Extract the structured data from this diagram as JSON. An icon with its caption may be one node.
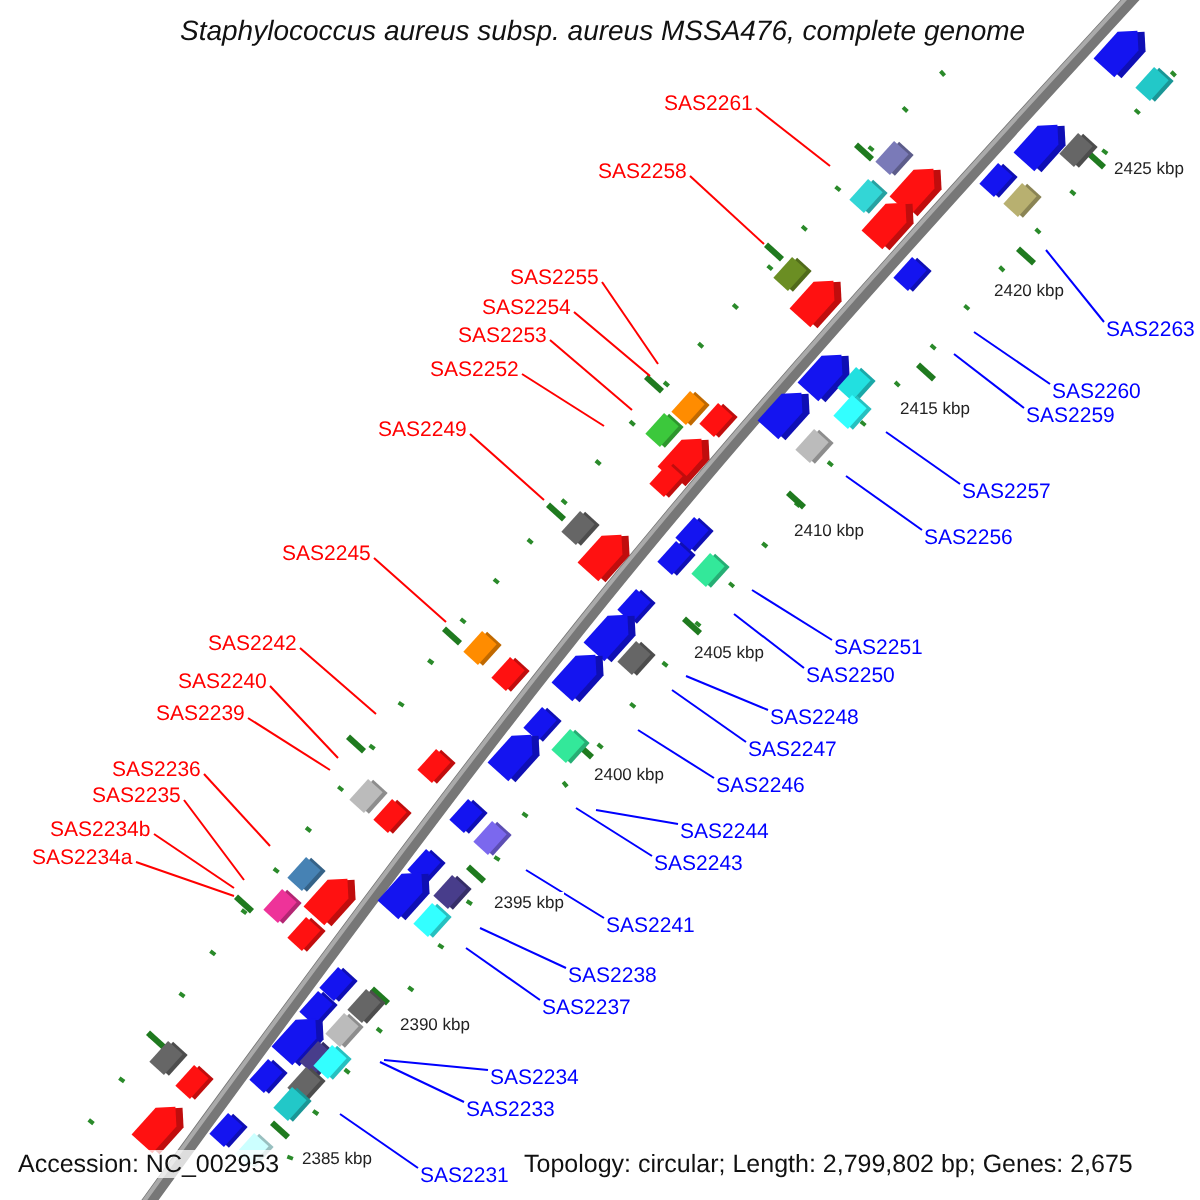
{
  "diagram": {
    "title": "Staphylococcus aureus subsp. aureus MSSA476, complete genome",
    "nodes": [
      {
        "text": [
          "SAS2261"
        ]
      },
      {
        "text": [
          "SAS2258"
        ]
      },
      {
        "text": [
          "SAS2255"
        ]
      },
      {
        "text": [
          "SAS2254"
        ]
      },
      {
        "text": [
          "SAS2263"
        ]
      },
      {
        "text": [
          "SAS2253"
        ]
      },
      {
        "text": [
          "SAS2252"
        ]
      },
      {
        "text": [
          "SAS2260"
        ]
      },
      {
        "text": [
          "SAS2259"
        ]
      },
      {
        "text": [
          "SAS2249"
        ]
      },
      {
        "text": [
          "SAS2257"
        ]
      },
      {
        "text": [
          "SAS2256"
        ]
      },
      {
        "text": [
          "SAS2245"
        ]
      },
      {
        "text": [
          "SAS2242"
        ]
      },
      {
        "text": [
          "SAS2251"
        ]
      },
      {
        "text": [
          "SAS2250"
        ]
      },
      {
        "text": [
          "SAS2240"
        ]
      },
      {
        "text": [
          "SAS2239"
        ]
      },
      {
        "text": [
          "SAS2248"
        ]
      },
      {
        "text": [
          "SAS2247"
        ]
      },
      {
        "text": [
          "SAS2236"
        ]
      },
      {
        "text": [
          "SAS2246"
        ]
      },
      {
        "text": [
          "SAS2235"
        ]
      },
      {
        "text": [
          "SAS2234b"
        ]
      },
      {
        "text": [
          "SAS2244"
        ]
      },
      {
        "text": [
          "SAS2234a"
        ]
      },
      {
        "text": [
          "SAS2243"
        ]
      },
      {
        "text": [
          "SAS2241"
        ]
      },
      {
        "text": [
          "SAS2238"
        ]
      },
      {
        "text": [
          "SAS2237"
        ]
      },
      {
        "text": [
          "SAS2234"
        ]
      },
      {
        "text": [
          "SAS2233"
        ]
      },
      {
        "text": [
          "SAS2231"
        ]
      }
    ],
    "edges": [
      {
        "from": 0,
        "to": null,
        "arrow": "none",
        "color": "#ff0000"
      },
      {
        "from": 1,
        "to": null,
        "arrow": "none",
        "color": "#ff0000"
      },
      {
        "from": 2,
        "to": null,
        "arrow": "none",
        "color": "#ff0000"
      },
      {
        "from": 3,
        "to": null,
        "arrow": "none",
        "color": "#ff0000"
      },
      {
        "from": 4,
        "to": null,
        "arrow": "none"
      },
      {
        "from": 5,
        "to": null,
        "arrow": "none",
        "color": "#ff0000"
      },
      {
        "from": 6,
        "to": null,
        "arrow": "none",
        "color": "#ff0000"
      },
      {
        "from": 7,
        "to": null,
        "arrow": "none"
      },
      {
        "from": 8,
        "to": null,
        "arrow": "none"
      },
      {
        "from": 9,
        "to": null,
        "arrow": "none",
        "color": "#ff0000"
      },
      {
        "from": 10,
        "to": null,
        "arrow": "none"
      },
      {
        "from": 11,
        "to": null,
        "arrow": "none"
      },
      {
        "from": 12,
        "to": null,
        "arrow": "none",
        "color": "#ff0000"
      },
      {
        "from": 13,
        "to": null,
        "arrow": "none",
        "color": "#ff0000"
      },
      {
        "from": 14,
        "to": null,
        "arrow": "none"
      },
      {
        "from": 15,
        "to": null,
        "arrow": "none"
      },
      {
        "from": 16,
        "to": null,
        "arrow": "none",
        "color": "#ff0000"
      },
      {
        "from": 17,
        "to": null,
        "arrow": "none",
        "color": "#ff0000"
      },
      {
        "from": 18,
        "to": null,
        "arrow": "none"
      },
      {
        "from": 19,
        "to": null,
        "arrow": "none"
      },
      {
        "from": 20,
        "to": null,
        "arrow": "none",
        "color": "#ff0000"
      },
      {
        "from": 21,
        "to": null,
        "arrow": "none"
      },
      {
        "from": 22,
        "to": null,
        "arrow": "none",
        "color": "#ff0000"
      },
      {
        "from": 23,
        "to": null,
        "arrow": "none",
        "color": "#ff0000"
      },
      {
        "from": 24,
        "to": null,
        "arrow": "none"
      },
      {
        "from": 25,
        "to": null,
        "arrow": "none",
        "color": "#ff0000"
      },
      {
        "from": 26,
        "to": null,
        "arrow": "none"
      },
      {
        "from": 27,
        "to": null,
        "arrow": "none"
      },
      {
        "from": 28,
        "to": null,
        "arrow": "none"
      },
      {
        "from": 29,
        "to": null,
        "arrow": "none"
      },
      {
        "from": 30,
        "to": null,
        "arrow": "none"
      },
      {
        "from": 31,
        "to": null,
        "arrow": "none"
      },
      {
        "from": 32,
        "to": null,
        "arrow": "none"
      }
    ],
    "labels": [
      "2425 kbp",
      "2420 kbp",
      "2415 kbp",
      "2410 kbp",
      "2405 kbp",
      "2400 kbp",
      "2395 kbp",
      "2390 kbp",
      "2385 kbp",
      "Accession: NC_002953",
      "Topology: circular; Length: 2,799,802 bp; Genes: 2,675"
    ]
  }
}
